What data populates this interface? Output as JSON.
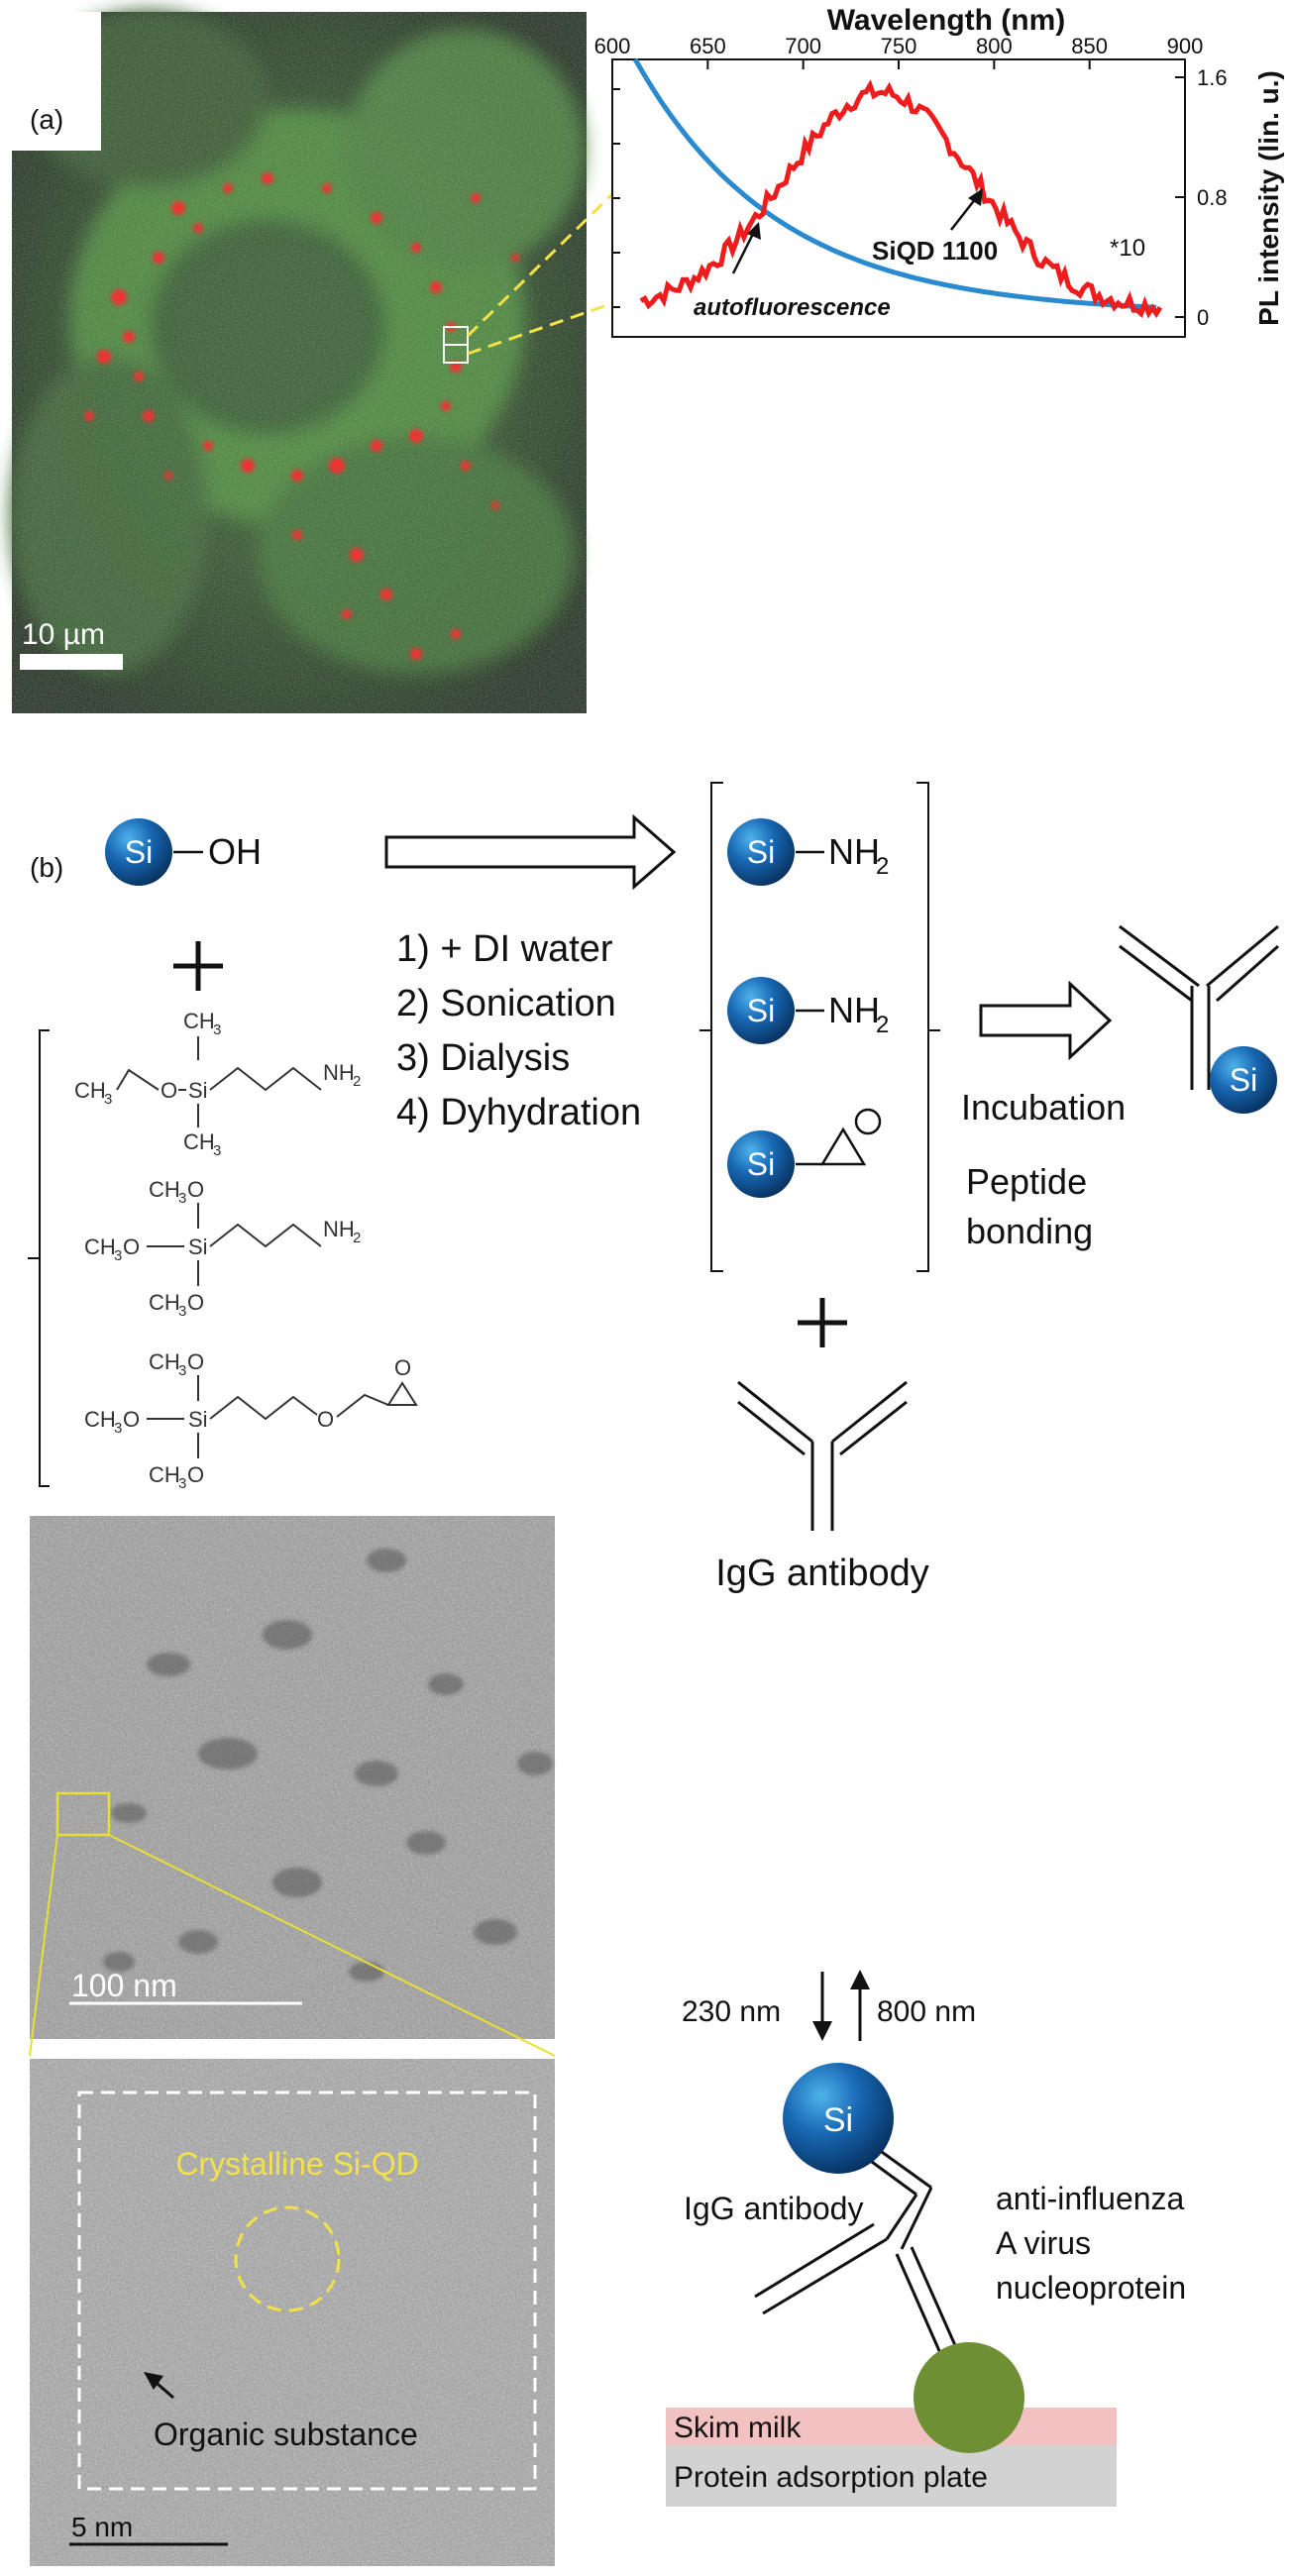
{
  "panel_a": {
    "label": "(a)",
    "scale_bar": "10 µm",
    "spectrum": {
      "title": "Wavelength (nm)",
      "x_ticks": [
        "600",
        "650",
        "700",
        "750",
        "800",
        "850",
        "900"
      ],
      "y_label": "PL intensity (lin. u.)",
      "y_ticks": [
        "1.6",
        "0.8",
        "0"
      ],
      "series_label_red": "SiQD 1100",
      "series_label_blue": "autofluorescence",
      "multiplier_note": "*10",
      "colors": {
        "red": "#ee1c1c",
        "blue": "#2a8ad0"
      }
    }
  },
  "panel_b": {
    "label": "(b)",
    "si": "Si",
    "oh": "OH",
    "nh2_base": "NH",
    "nh2_sub": "2",
    "steps": [
      "1) + DI water",
      "2) Sonication",
      "3) Dialysis",
      "4) Dyhydration"
    ],
    "incubation": "Incubation",
    "peptide_1": "Peptide",
    "peptide_2": "bonding",
    "igg_label": "IgG antibody",
    "silanes": {
      "ch3": "CH",
      "ch3_sub": "3",
      "ch3o_base": "CH",
      "ch3o_end": "O",
      "si": "Si",
      "o": "O",
      "nh2_base": "NH",
      "nh2_sub": "2"
    }
  },
  "tem": {
    "scale_large": "100  nm",
    "scale_small": "5 nm",
    "crystal_label": "Crystalline Si-QD",
    "organic_label": "Organic substance"
  },
  "assay": {
    "excitation": "230 nm",
    "emission": "800 nm",
    "si": "Si",
    "igg_label": "IgG antibody",
    "target_1": "anti-influenza",
    "target_2": "A virus",
    "target_3": "nucleoprotein",
    "skim_milk": "Skim milk",
    "plate": "Protein adsorption plate",
    "colors": {
      "virus": "#6f8f35",
      "skim": "#f2c2c2",
      "plate": "#d2d2d2"
    }
  }
}
